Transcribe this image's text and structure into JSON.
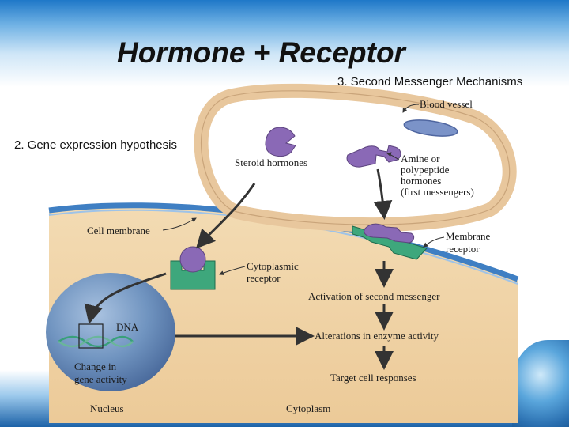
{
  "title": "Hormone + Receptor",
  "headers": {
    "second_messenger": "3. Second Messenger Mechanisms",
    "gene_expression": "2. Gene expression hypothesis"
  },
  "labels": {
    "blood_vessel": "Blood vessel",
    "steroid_hormones": "Steroid hormones",
    "amine_1": "Amine or",
    "amine_2": "polypeptide",
    "amine_3": "hormones",
    "amine_4": "(first messengers)",
    "cell_membrane": "Cell membrane",
    "membrane_receptor_1": "Membrane",
    "membrane_receptor_2": "receptor",
    "cyto_receptor_1": "Cytoplasmic",
    "cyto_receptor_2": "receptor",
    "activation": "Activation of second messenger",
    "dna": "DNA",
    "alterations": "Alterations in enzyme activity",
    "change_1": "Change in",
    "change_2": "gene activity",
    "target": "Target cell responses",
    "nucleus": "Nucleus",
    "cytoplasm": "Cytoplasm"
  },
  "colors": {
    "cytoplasm": "#eed1a3",
    "membrane": "#3f7fc3",
    "nucleus": "#6c8fb8",
    "hormone": "#8a69b6",
    "receptor": "#3ea77c",
    "vessel_wall": "#e6c49a"
  }
}
